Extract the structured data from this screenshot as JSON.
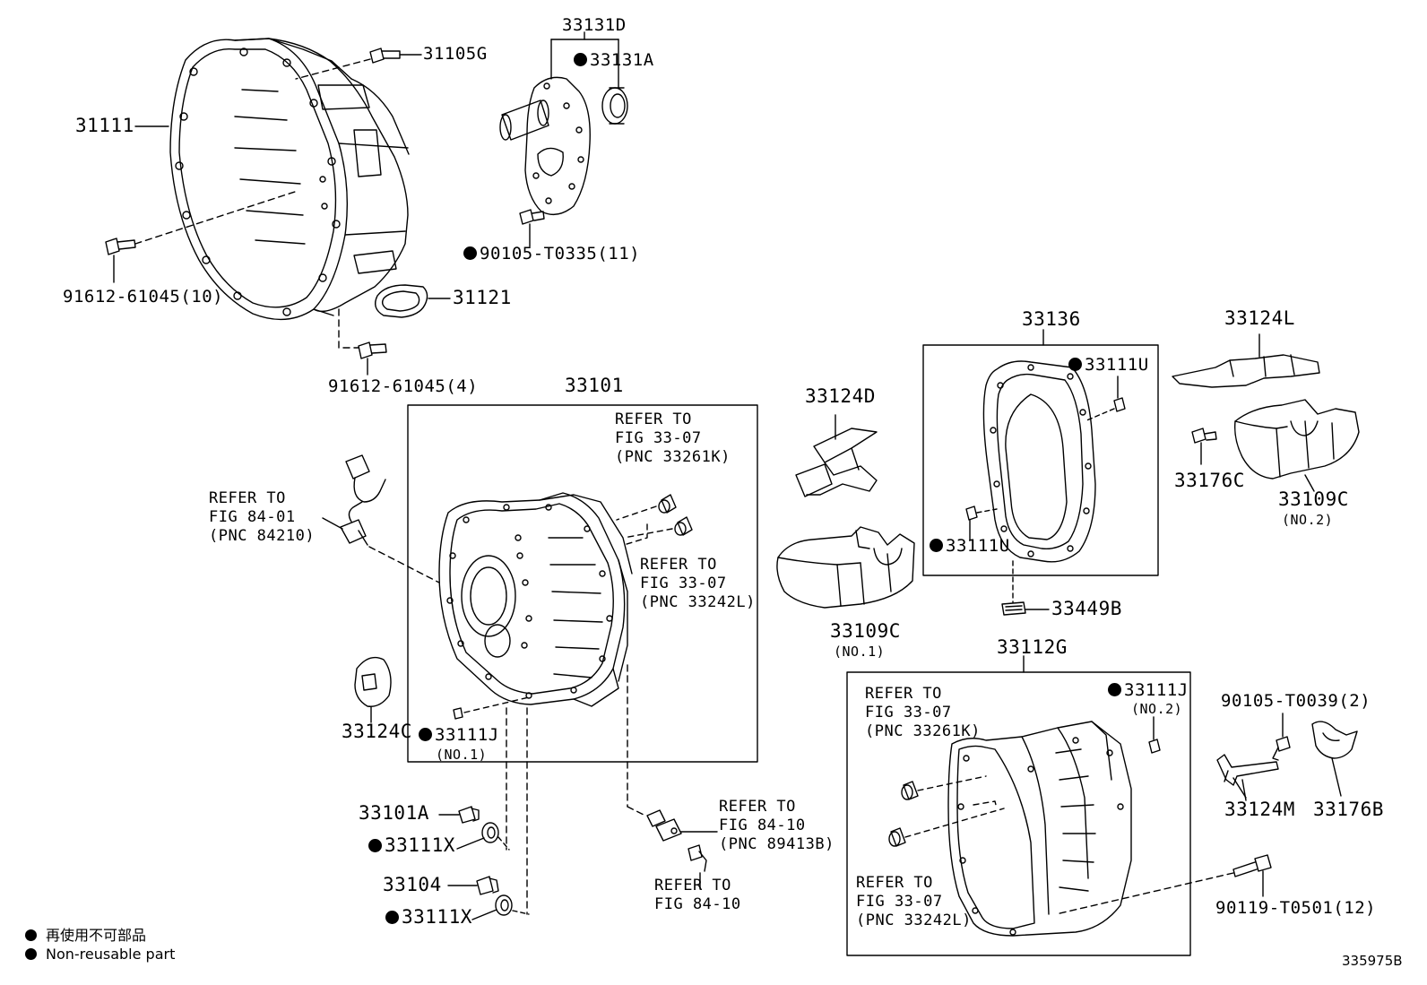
{
  "parts": {
    "p31105G": "31105G",
    "p31111": "31111",
    "p33131D": "33131D",
    "p33131A": "33131A",
    "p90105_T0335": "90105-T0335(11)",
    "p91612_61045_10": "91612-61045(10)",
    "p31121": "31121",
    "p91612_61045_4": "91612-61045(4)",
    "p33101": "33101",
    "p33136": "33136",
    "p33124L": "33124L",
    "p33111U_a": "33111U",
    "p33124D": "33124D",
    "p33176C": "33176C",
    "p33109C_2": "33109C",
    "p33109C_2_sub": "(NO.2)",
    "p33111U_b": "33111U",
    "p33449B": "33449B",
    "p33109C_1": "33109C",
    "p33109C_1_sub": "(NO.1)",
    "p33112G": "33112G",
    "p33111J_2": "33111J",
    "p33111J_2_sub": "(NO.2)",
    "p90105_T0039": "90105-T0039(2)",
    "p33124C": "33124C",
    "p33111J_1": "33111J",
    "p33111J_1_sub": "(NO.1)",
    "p33101A": "33101A",
    "p33111X_a": "33111X",
    "p33104": "33104",
    "p33111X_b": "33111X",
    "p33124M": "33124M",
    "p33176B": "33176B",
    "p90119_T0501": "90119-T0501(12)"
  },
  "refs": {
    "r1": [
      "REFER TO",
      "FIG 33-07",
      "(PNC 33261K)"
    ],
    "r2": [
      "REFER TO",
      "FIG 84-01",
      "(PNC 84210)"
    ],
    "r3": [
      "REFER TO",
      "FIG 33-07",
      "(PNC 33242L)"
    ],
    "r4": [
      "REFER TO",
      "FIG 33-07",
      "(PNC 33261K)"
    ],
    "r5": [
      "REFER TO",
      "FIG 84-10",
      "(PNC 89413B)"
    ],
    "r6": [
      "REFER TO",
      "FIG 84-10"
    ],
    "r7": [
      "REFER TO",
      "FIG 33-07",
      "(PNC 33242L)"
    ]
  },
  "legend": {
    "jp": "再使用不可部品",
    "en": "Non-reusable part"
  },
  "figure_id": "335975B"
}
